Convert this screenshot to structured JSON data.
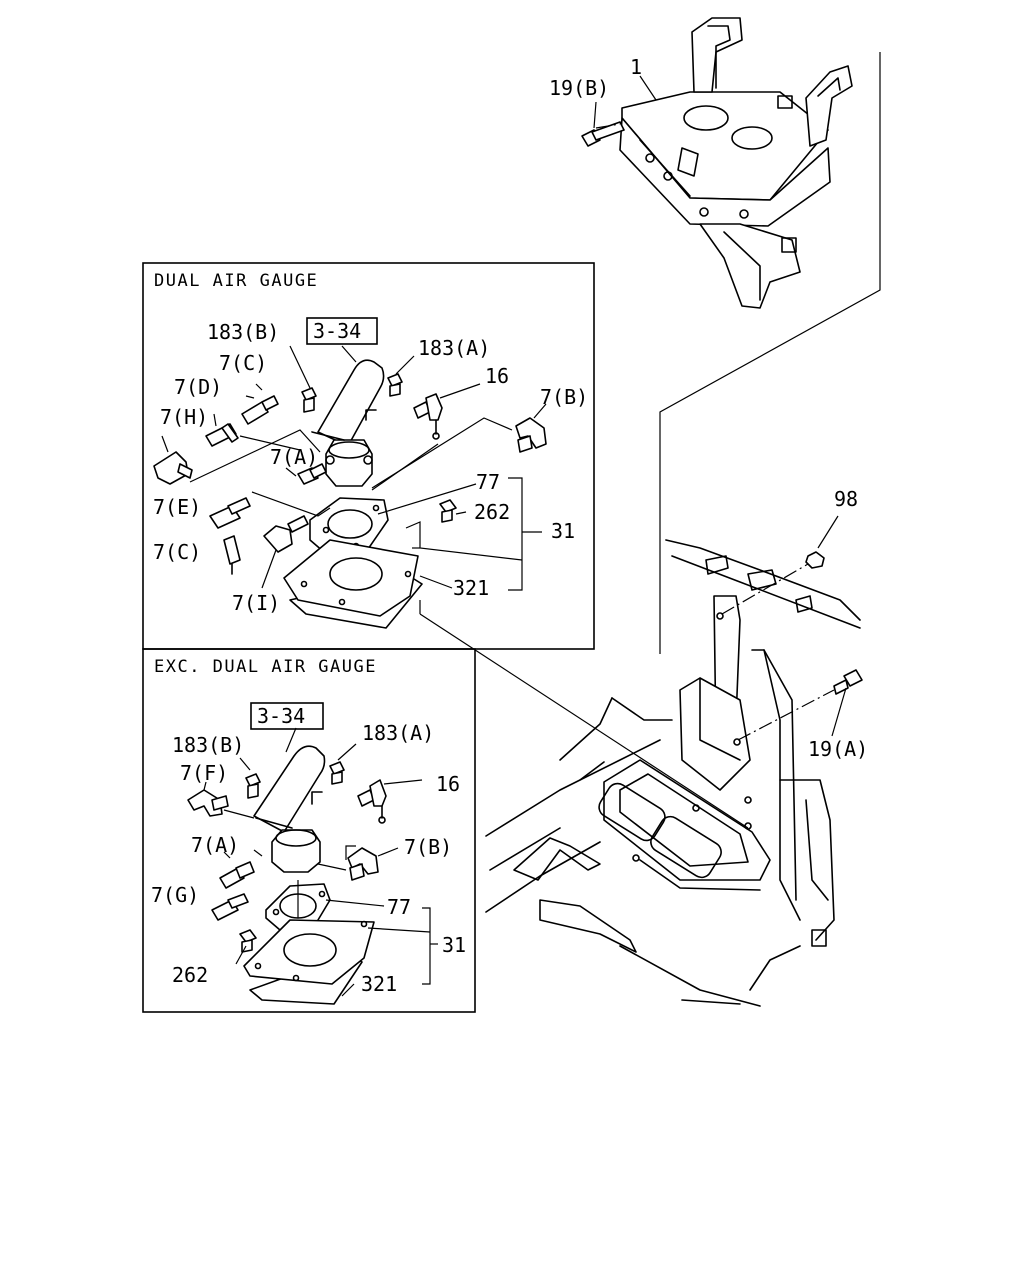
{
  "panels": {
    "dual": {
      "title": "DUAL AIR GAUGE"
    },
    "exc": {
      "title": "EXC. DUAL AIR GAUGE"
    }
  },
  "labels": {
    "bracket_1": "1",
    "bolt_19b": "19(B)",
    "nut_98": "98",
    "bolt_19a": "19(A)",
    "dual_ref_334": "3-34",
    "dual_183b": "183(B)",
    "dual_183a": "183(A)",
    "dual_7c_top": "7(C)",
    "dual_7d": "7(D)",
    "dual_7h": "7(H)",
    "dual_16": "16",
    "dual_7b": "7(B)",
    "dual_7a": "7(A)",
    "dual_77": "77",
    "dual_262": "262",
    "dual_31": "31",
    "dual_7e": "7(E)",
    "dual_7c_bottom": "7(C)",
    "dual_7i": "7(I)",
    "dual_321": "321",
    "exc_ref_334": "3-34",
    "exc_183b": "183(B)",
    "exc_183a": "183(A)",
    "exc_7f": "7(F)",
    "exc_16": "16",
    "exc_7a": "7(A)",
    "exc_7b": "7(B)",
    "exc_7g": "7(G)",
    "exc_77": "77",
    "exc_31": "31",
    "exc_262": "262",
    "exc_321": "321"
  }
}
